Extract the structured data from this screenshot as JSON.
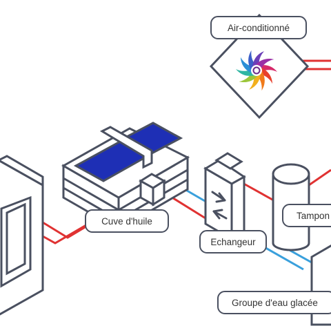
{
  "labels": {
    "air_conditioning": "Air-conditionné",
    "oil_tank": "Cuve d'huile",
    "exchanger": "Echangeur",
    "buffer": "Tampon",
    "chilled_water_unit": "Groupe d'eau glacée"
  },
  "colors": {
    "outline": "#4a5060",
    "hot_pipe": "#e03232",
    "cold_pipe": "#3aa0dc",
    "oil": "#1e2fb5",
    "background": "#ffffff"
  },
  "icons": {
    "fan": "fan-icon",
    "exchanger_arrows": "arrows-icon"
  }
}
